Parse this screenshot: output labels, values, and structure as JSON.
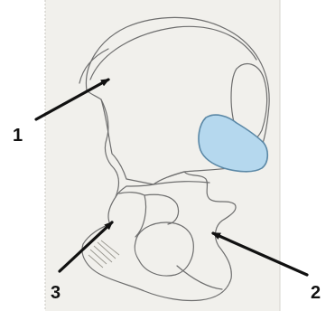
{
  "diagram": {
    "labels": [
      {
        "id": "1",
        "text": "1"
      },
      {
        "id": "2",
        "text": "2"
      },
      {
        "id": "3",
        "text": "3"
      }
    ],
    "colors": {
      "background": "#ffffff",
      "paper": "#f1f0ec",
      "bone": "#eceae5",
      "outline": "#6e6e6e",
      "arrow": "#111111",
      "highlight_fill": "#b5d8ee",
      "highlight_stroke": "#5b88a6"
    }
  }
}
